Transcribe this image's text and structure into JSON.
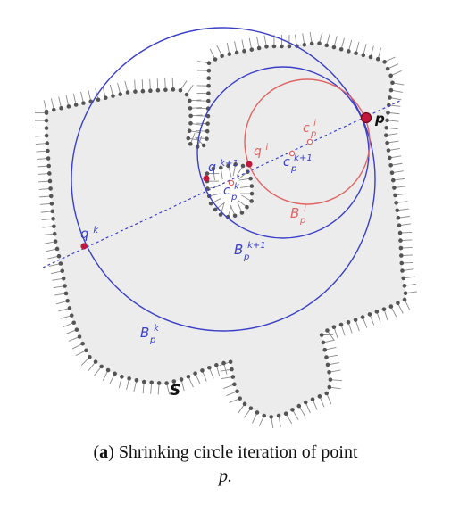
{
  "figure": {
    "labels": {
      "p": "p",
      "S": "S",
      "q_k": "q",
      "q_k_sup": "k",
      "q_k1": "q",
      "q_k1_sup": "k+1",
      "q_i": "q",
      "q_i_sup": "i",
      "c_p_i": "c",
      "c_p_i_sup": "i",
      "c_p_i_sub": "p",
      "c_p_k1": "c",
      "c_p_k1_sup": "k+1",
      "c_p_k1_sub": "p",
      "c_p_k": "c",
      "c_p_k_sup": "k",
      "c_p_k_sub": "p",
      "B_p_i": "B",
      "B_p_i_sup": "i",
      "B_p_i_sub": "p",
      "B_p_k1": "B",
      "B_p_k1_sup": "k+1",
      "B_p_k1_sub": "p",
      "B_p_k": "B",
      "B_p_k_sup": "k",
      "B_p_k_sub": "p"
    },
    "colors": {
      "shape_fill": "#ececec",
      "boundary_point": "#555555",
      "normal_line": "#8a8a8a",
      "blue": "#3a3fc8",
      "red": "#e06565",
      "point_fill": "#c0183c",
      "label_black": "#111111"
    }
  },
  "caption": {
    "label": "a",
    "text_line1": " Shrinking circle iteration of point",
    "text_line2": "p."
  }
}
